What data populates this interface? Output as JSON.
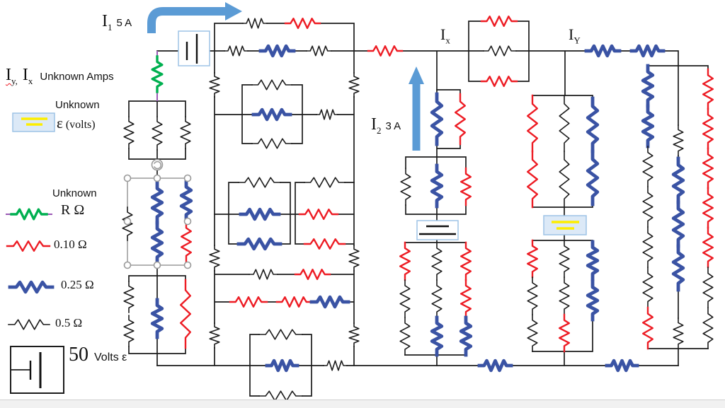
{
  "colors": {
    "wire": "#1c1c1c",
    "red": "#ed1c24",
    "blue": "#3a53a4",
    "green": "#00b050",
    "purple": "#9b59b6",
    "arrow": "#5b9bd5",
    "battery_box": "#9dc3e6",
    "battery_fill": "#dce9f7",
    "yellow": "#fdee00",
    "handle": "#9a9a9a",
    "footer": "#f1f1f1"
  },
  "annotations": {
    "i1": {
      "base": "I",
      "sub": "1",
      "rest": "5 A"
    },
    "i2": {
      "base": "I",
      "sub": "2",
      "rest": "3 A"
    },
    "ix": {
      "base": "I",
      "sub": "x"
    },
    "iy": {
      "base": "I",
      "sub": "Y"
    }
  },
  "legend": {
    "amps": {
      "a_base": "I",
      "a_sub": "y,",
      "b_base": "I",
      "b_sub": "x",
      "text": "Unknown Amps"
    },
    "emf_unknown": {
      "line1": "Unknown",
      "symbol": "ε",
      "unit": "(volts)"
    },
    "r_unknown": {
      "line1": "Unknown",
      "line2": "R Ω"
    },
    "r_red": "0.10 Ω",
    "r_blue": "0.25 Ω",
    "r_black": "0.5 Ω",
    "v50": {
      "value": "50",
      "text": "Volts ε"
    }
  }
}
